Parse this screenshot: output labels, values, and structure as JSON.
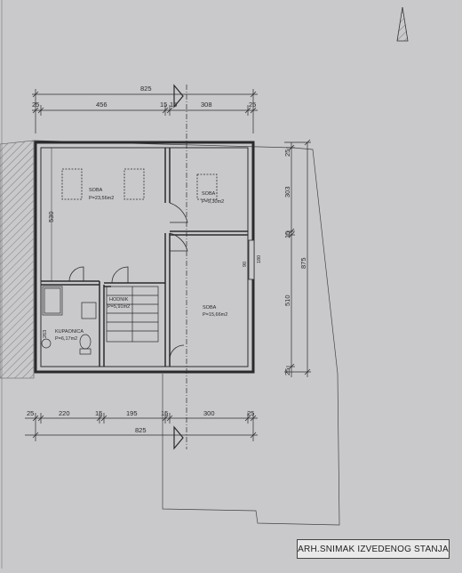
{
  "dimensions": {
    "top_total": "825",
    "top_left": "456",
    "top_right": "308",
    "top_end_left": "25",
    "top_mid_left": "15",
    "top_mid_right": "15",
    "top_end_right": "25",
    "bottom_a": "25",
    "bottom_b": "220",
    "bottom_c": "15",
    "bottom_d": "195",
    "bottom_e": "15",
    "bottom_f": "300",
    "bottom_g": "25",
    "bottom_total": "825",
    "right_a": "303",
    "right_b": "510",
    "right_total": "875",
    "right_top": "25",
    "right_mid": "15",
    "right_bottom": "25",
    "left_height": "530",
    "door_width": "90",
    "door_height": "180"
  },
  "rooms": {
    "soba1_name": "SOBA",
    "soba1_area": "P=23,56m2",
    "soba2_name": "SOBA",
    "soba2_area": "P=9,30m2",
    "soba3_name": "SOBA",
    "soba3_area": "P=15,66m2",
    "hodnik_name": "HODNIK",
    "hodnik_area": "P=5,91m2",
    "kupaonica_name": "KUPAONICA",
    "kupaonica_area": "P=6,17m2",
    "kup_dim": "263"
  },
  "title": "ARH.SNIMAK IZVEDENOG STANJA",
  "colors": {
    "paper": "#c9c9cb",
    "line": "#2a2a2e"
  }
}
